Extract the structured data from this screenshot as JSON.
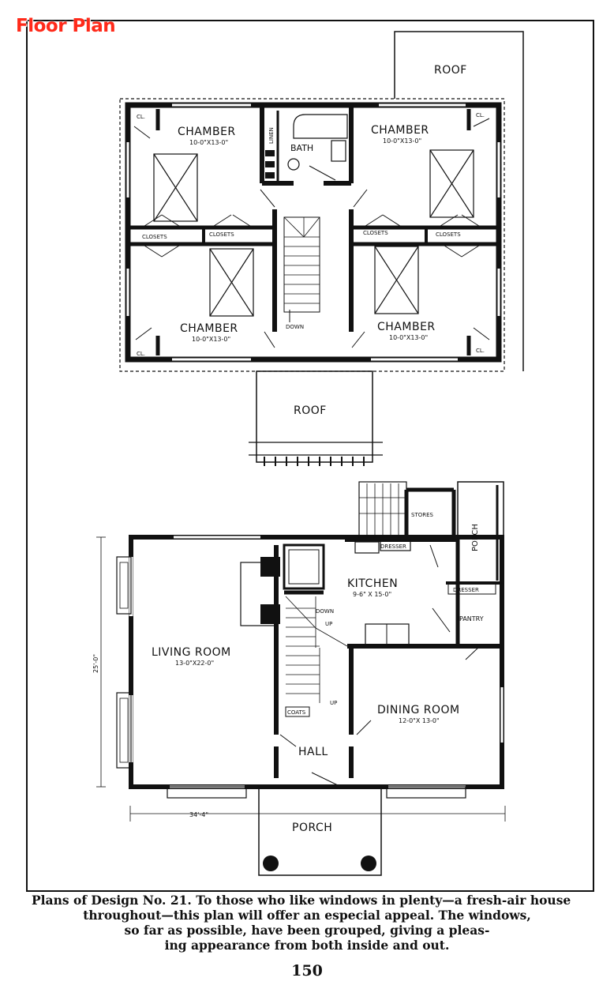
{
  "overlay": {
    "title": "Floor Plan",
    "color": "#ff2a1a"
  },
  "upper_floor": {
    "rooms": [
      {
        "id": "chamber-nw",
        "name": "CHAMBER",
        "size": "10-0\"X13-0\""
      },
      {
        "id": "chamber-ne",
        "name": "CHAMBER",
        "size": "10-0\"X13-0\""
      },
      {
        "id": "chamber-sw",
        "name": "CHAMBER",
        "size": "10-0\"X13-0\""
      },
      {
        "id": "chamber-se",
        "name": "CHAMBER",
        "size": "10-0\"X13-0\""
      }
    ],
    "bath": "BATH",
    "linen": "LINEN",
    "closets": "CLOSETS",
    "cl": "CL.",
    "down": "DOWN",
    "roof_top": "ROOF",
    "roof_mid": "ROOF"
  },
  "lower_floor": {
    "living": {
      "name": "LIVING ROOM",
      "size": "13-0\"X22-0\""
    },
    "kitchen": {
      "name": "KITCHEN",
      "size": "9-6\" X 15-0\""
    },
    "dining": {
      "name": "DINING ROOM",
      "size": "12-0\"X 13-0\""
    },
    "hall": "HALL",
    "porch_front": "PORCH",
    "porch_side": "PORCH",
    "pantry": "PANTRY",
    "dresser": "DRESSER",
    "dresser2": "DRESSER",
    "stores": "STORES",
    "coats": "COATS",
    "down": "DOWN",
    "up1": "UP",
    "up2": "UP",
    "dim_width": "34'-4\"",
    "dim_depth": "25'-0\""
  },
  "caption": {
    "line1": "Plans of Design No. 21.  To those who like windows in plenty—a fresh-air house",
    "line2": "throughout—this plan will offer an especial appeal.  The windows,",
    "line3": "so far as possible, have been grouped, giving a pleas-",
    "line4": "ing appearance from both inside and out."
  },
  "page_number": "150"
}
